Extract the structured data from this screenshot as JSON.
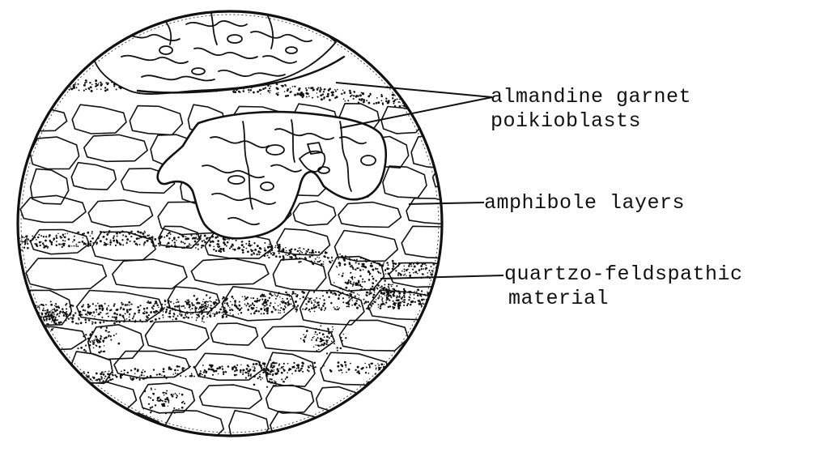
{
  "labels": {
    "garnet_line1": "almandine garnet",
    "garnet_line2": "poikioblasts",
    "amphibole": "amphibole layers",
    "quartzo_line1": "quartzo-feldspathic",
    "quartzo_line2": "material"
  },
  "colors": {
    "ink": "#111111",
    "paper": "#ffffff"
  }
}
